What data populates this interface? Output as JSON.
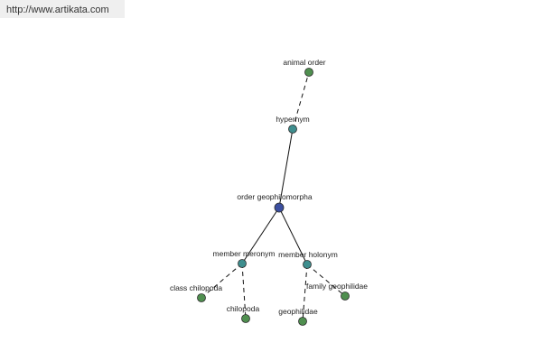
{
  "header": {
    "url": "http://www.artikata.com"
  },
  "colors": {
    "center": "#3b4fa0",
    "relation": "#3f8f8f",
    "leaf": "#4f8f4f",
    "edge": "#111111"
  },
  "nodes": [
    {
      "id": "center",
      "label": "order geophilomorpha",
      "kind": "center"
    },
    {
      "id": "hypernym",
      "label": "hypernym",
      "kind": "relation"
    },
    {
      "id": "animal-order",
      "label": "animal order",
      "kind": "leaf"
    },
    {
      "id": "member-meronym",
      "label": "member meronym",
      "kind": "relation"
    },
    {
      "id": "member-holonym",
      "label": "member holonym",
      "kind": "relation"
    },
    {
      "id": "class-chilopoda",
      "label": "class chilopoda",
      "kind": "leaf"
    },
    {
      "id": "chilopoda",
      "label": "chilopoda",
      "kind": "leaf"
    },
    {
      "id": "geophilidae",
      "label": "geophilidae",
      "kind": "leaf"
    },
    {
      "id": "family-geophilidae",
      "label": "family geophilidae",
      "kind": "leaf"
    }
  ],
  "edges": [
    {
      "from": "center",
      "to": "hypernym",
      "style": "solid"
    },
    {
      "from": "hypernym",
      "to": "animal-order",
      "style": "dashed"
    },
    {
      "from": "center",
      "to": "member-meronym",
      "style": "solid"
    },
    {
      "from": "center",
      "to": "member-holonym",
      "style": "solid"
    },
    {
      "from": "member-meronym",
      "to": "class-chilopoda",
      "style": "dashed"
    },
    {
      "from": "member-meronym",
      "to": "chilopoda",
      "style": "dashed"
    },
    {
      "from": "member-holonym",
      "to": "geophilidae",
      "style": "dashed"
    },
    {
      "from": "member-holonym",
      "to": "family-geophilidae",
      "style": "dashed"
    }
  ]
}
